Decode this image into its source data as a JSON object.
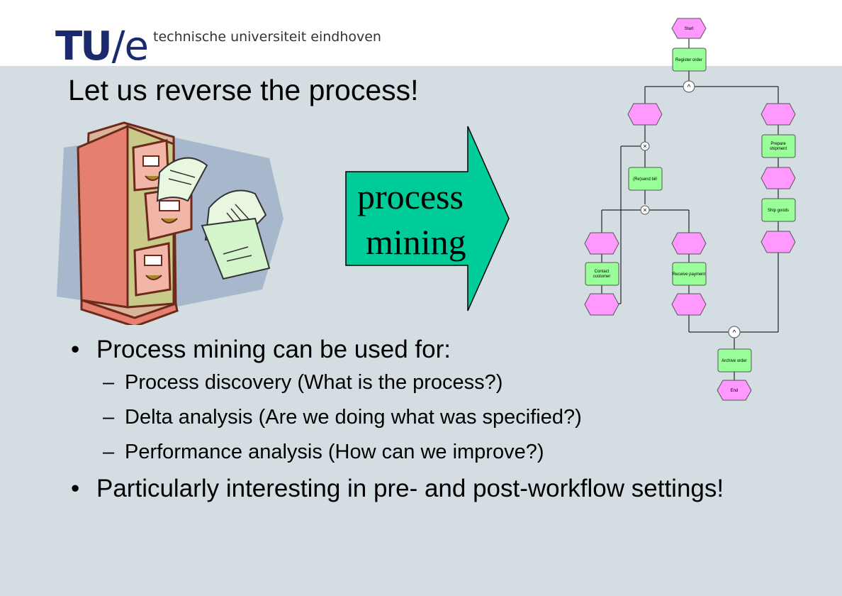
{
  "header": {
    "logo_text": "TU",
    "logo_slash": "/",
    "logo_e": "e",
    "university": "technische universiteit eindhoven"
  },
  "slide": {
    "title": "Let us reverse the process!",
    "arrow_label_line1": "process",
    "arrow_label_line2": "mining",
    "bullets": [
      {
        "text": "Process mining can be used for:"
      },
      {
        "text": "Particularly interesting in pre- and post-workflow settings!"
      }
    ],
    "sub_bullets": [
      "Process discovery (What is the process?)",
      "Delta analysis (Are we doing what was specified?)",
      "Performance analysis (How can we improve?)"
    ],
    "bullet_glyph": "•",
    "dash_glyph": "–"
  },
  "diagram": {
    "start": "Start",
    "register": "Register order",
    "resend_bill": "(Re)send bill",
    "prepare_line1": "Prepare",
    "prepare_line2": "shipment",
    "ship": "Ship goods",
    "contact_line1": "Contact",
    "contact_line2": "customer",
    "receive": "Receive payment",
    "archive": "Archive order",
    "end": "End",
    "and_symbol": "^",
    "xor_symbol": "×"
  },
  "colors": {
    "background": "#d4dde2",
    "event": "#ff99ff",
    "function": "#99ff99",
    "arrow": "#00cc99"
  }
}
